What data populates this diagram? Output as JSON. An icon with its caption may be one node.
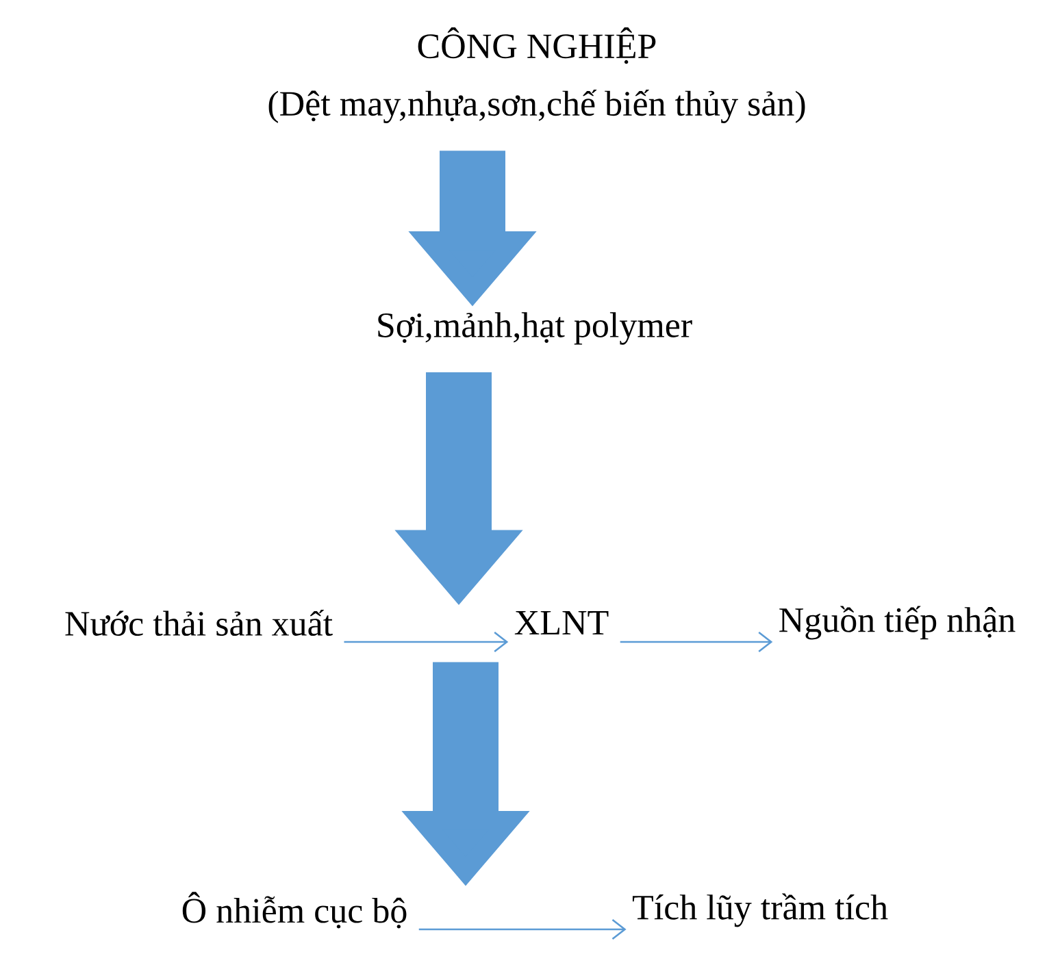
{
  "diagram": {
    "nodes": [
      {
        "text": [
          "CÔNG NGHIỆP",
          "(Dệt may,nhựa,sơn,chế biến thủy sản)"
        ]
      },
      {
        "text": [
          "Sợi,mảnh,hạt polymer"
        ]
      },
      {
        "text": [
          "Nước thải sản xuất"
        ]
      },
      {
        "text": [
          "XLNT"
        ]
      },
      {
        "text": [
          "Nguồn tiếp nhận"
        ]
      },
      {
        "text": [
          "Ô nhiễm cục bộ"
        ]
      },
      {
        "text": [
          "Tích lũy trầm tích"
        ]
      }
    ],
    "edges": [
      {
        "from": 0,
        "to": 1,
        "arrow": "to",
        "style": "thick"
      },
      {
        "from": 1,
        "to": 3,
        "arrow": "to",
        "style": "thick"
      },
      {
        "from": 2,
        "to": 3,
        "arrow": "to"
      },
      {
        "from": 3,
        "to": 4,
        "arrow": "to"
      },
      {
        "from": 3,
        "to": 5,
        "arrow": "to",
        "style": "thick"
      },
      {
        "from": 5,
        "to": 6,
        "arrow": "to"
      }
    ]
  }
}
